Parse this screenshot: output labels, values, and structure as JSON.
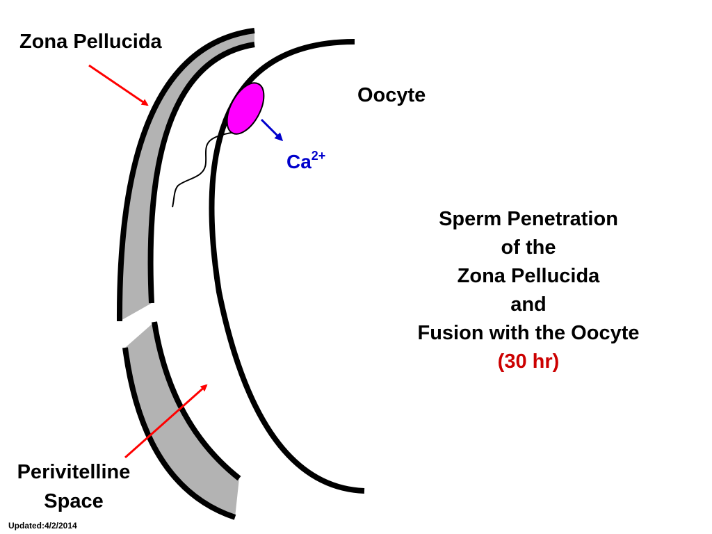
{
  "labels": {
    "zona_pellucida": "Zona Pellucida",
    "oocyte": "Oocyte",
    "calcium_base": "Ca",
    "calcium_charge": "2+",
    "perivitelline_line1": "Perivitelline",
    "perivitelline_line2": "Space"
  },
  "title": {
    "line1": "Sperm Penetration",
    "line2": "of the",
    "line3": "Zona Pellucida",
    "line4": "and",
    "line5": "Fusion with the Oocyte",
    "timing": "(30 hr)"
  },
  "footer": {
    "updated": "Updated:4/2/2014"
  },
  "colors": {
    "zona_fill": "#b3b3b3",
    "outline": "#000000",
    "sperm_head": "#ff00ff",
    "pointer_arrow": "#ff0000",
    "calcium_arrow": "#0000cc",
    "calcium_text": "#0000cc",
    "timing_text": "#cc0000"
  }
}
